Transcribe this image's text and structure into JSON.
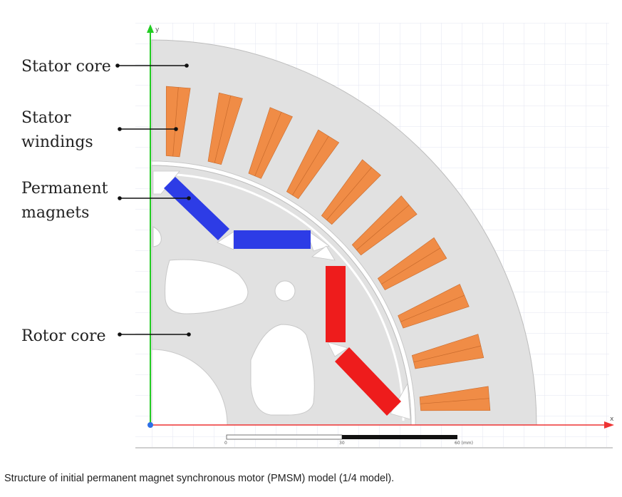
{
  "labels": {
    "stator_core": "Stator core",
    "stator_windings_line1": "Stator",
    "stator_windings_line2": "windings",
    "permanent_magnets_line1": "Permanent",
    "permanent_magnets_line2": "magnets",
    "rotor_core": "Rotor core"
  },
  "axes": {
    "x_label": "x",
    "y_label": "y"
  },
  "scale_bar": {
    "tick_0": "0",
    "tick_mid": "30",
    "tick_end": "60 (mm)"
  },
  "caption": "Structure of initial permanent magnet synchronous motor (PMSM) model (1/4 model).",
  "colors": {
    "stator": "#e1e1e1",
    "rotor": "#e1e1e1",
    "winding": "#f08c46",
    "magnet_blue": "#2d3ce6",
    "magnet_red": "#ee1c1c",
    "grid": "#e3e6f0",
    "y_axis": "#22cc22",
    "x_axis": "#ee3333"
  },
  "winding_count": 10
}
